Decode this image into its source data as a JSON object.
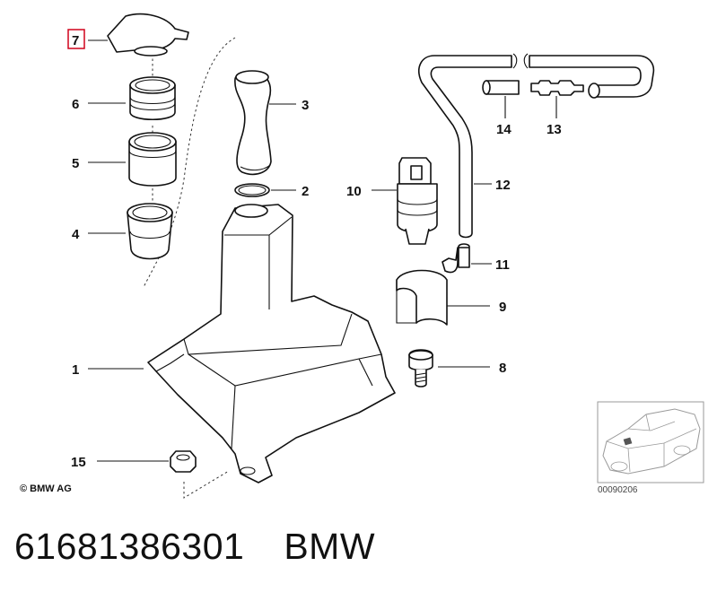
{
  "labels": {
    "n1": "1",
    "n2": "2",
    "n3": "3",
    "n4": "4",
    "n5": "5",
    "n6": "6",
    "n7": "7",
    "n8": "8",
    "n9": "9",
    "n10": "10",
    "n11": "11",
    "n12": "12",
    "n13": "13",
    "n14": "14",
    "n15": "15"
  },
  "highlight_color": "#d0021b",
  "copyright": "© BMW AG",
  "reference_code": "00090206",
  "footer": {
    "part_number": "61681386301",
    "brand": "BMW"
  }
}
